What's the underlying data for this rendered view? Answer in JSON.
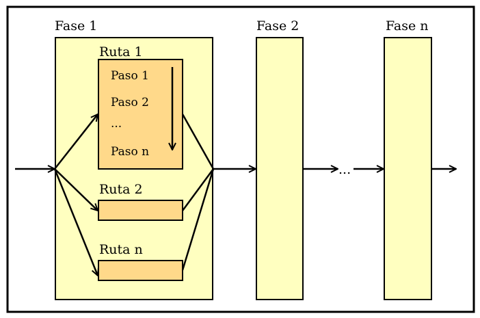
{
  "colors": {
    "phase_fill": "#ffffc0",
    "route_fill": "#ffd98a",
    "stroke": "#000000",
    "background": "#ffffff"
  },
  "phases": [
    {
      "label": "Fase 1"
    },
    {
      "label": "Fase 2"
    },
    {
      "label": "Fase n"
    }
  ],
  "routes": [
    {
      "label": "Ruta 1"
    },
    {
      "label": "Ruta 2"
    },
    {
      "label": "Ruta n"
    }
  ],
  "steps": [
    "Paso 1",
    "Paso 2",
    "...",
    "Paso n"
  ],
  "between_ellipsis": "..."
}
